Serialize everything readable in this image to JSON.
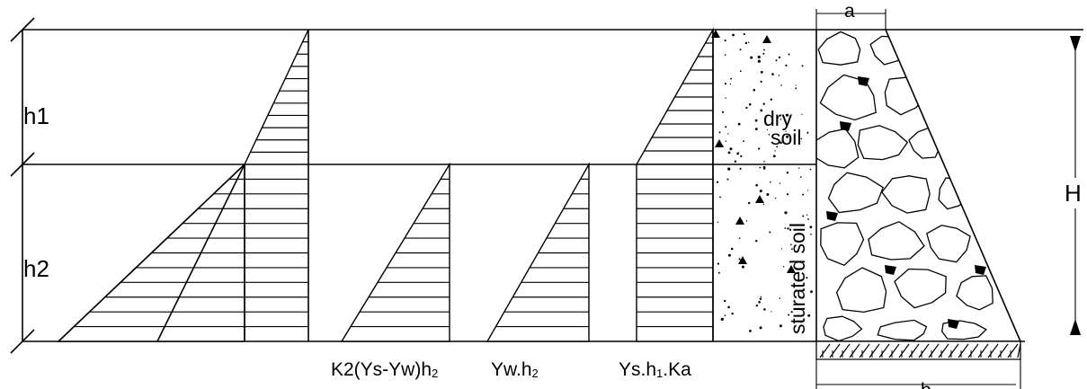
{
  "labels": {
    "h1": "h1",
    "h2": "h2",
    "H": "H",
    "dry_soil_line1": "dry",
    "dry_soil_line2": "soil",
    "saturated_soil": "sturated soil",
    "top_width": "a",
    "base_width": "b"
  },
  "pressure_labels": {
    "submerged_main": "K2(Ys-Yw)h",
    "submerged_sub": "2",
    "water_main": "Yw.h",
    "water_sub": "2",
    "surcharge_main": "Ys.h",
    "surcharge_sub": "1",
    "surcharge_tail": ".Ka"
  },
  "colors": {
    "line": "#000000",
    "background": "#ffffff"
  }
}
